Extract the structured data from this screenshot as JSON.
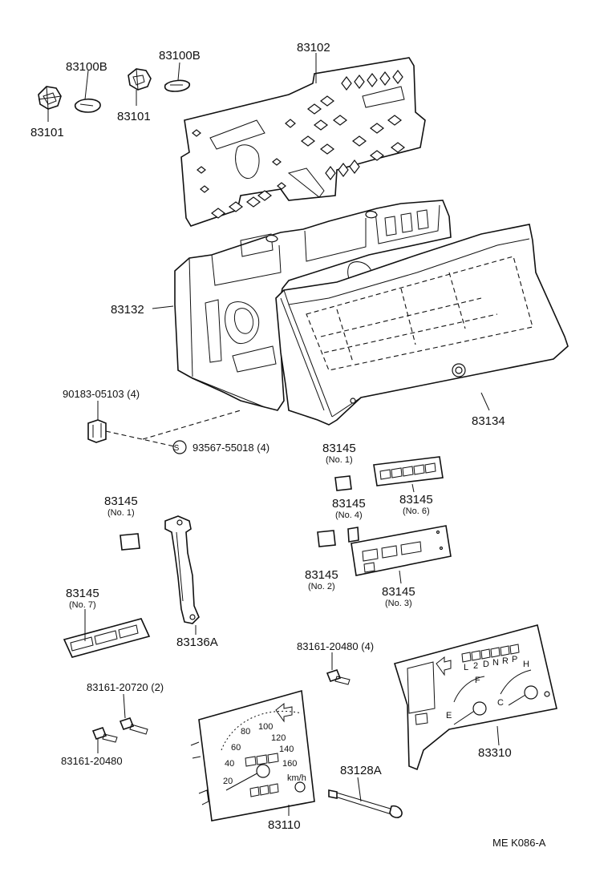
{
  "labels": {
    "l83101_left": "83101",
    "l83100b_left": "83100B",
    "l83100b_right": "83100B",
    "l83101_mid": "83101",
    "l83102": "83102",
    "l83132": "83132",
    "l83134": "83134",
    "l90183": "90183-05103 (4)",
    "l93567": "93567-55018 (4)",
    "s_symbol": "S",
    "l83145_n1a": "83145",
    "l83145_n1a_sub": "(No. 1)",
    "l83145_n6": "83145",
    "l83145_n6_sub": "(No. 6)",
    "l83145_n1b": "83145",
    "l83145_n1b_sub": "(No. 1)",
    "l83145_n4": "83145",
    "l83145_n4_sub": "(No. 4)",
    "l83145_n2": "83145",
    "l83145_n2_sub": "(No. 2)",
    "l83145_n3": "83145",
    "l83145_n3_sub": "(No. 3)",
    "l83145_n7": "83145",
    "l83145_n7_sub": "(No. 7)",
    "l83136a": "83136A",
    "l83161_20480_4": "83161-20480 (4)",
    "l83161_20720": "83161-20720 (2)",
    "l83161_20480": "83161-20480",
    "l83128a": "83128A",
    "l83110": "83110",
    "l83310": "83310",
    "footer_code": "ME  K086-A"
  },
  "speedometer": {
    "marks": [
      "20",
      "40",
      "60",
      "80",
      "100",
      "120",
      "140",
      "160"
    ],
    "unit": "km/h"
  },
  "gauge_letters": {
    "fuel_e": "E",
    "fuel_f": "F",
    "temp_c": "C",
    "temp_h": "H",
    "shift": [
      "P",
      "R",
      "N",
      "D",
      "2",
      "L"
    ]
  }
}
